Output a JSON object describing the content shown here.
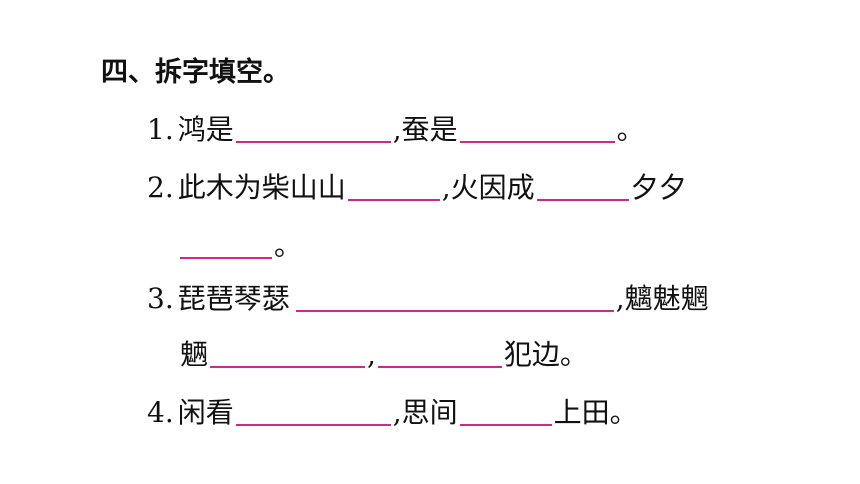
{
  "heading": "四、拆字填空。",
  "colors": {
    "blank_line": "#d0278a",
    "text": "#111111"
  },
  "q1": {
    "num": "1.",
    "a": "鸿是",
    "b": ",蚕是",
    "c": "。"
  },
  "q2": {
    "num": "2.",
    "a": "此木为柴山山",
    "b": ",火因成",
    "c": "夕夕",
    "d": "。"
  },
  "q3": {
    "num": "3.",
    "a": "琵琶琴瑟",
    "b": ",魑魅魍",
    "c": "魉",
    "d": ",",
    "e": "犯边。"
  },
  "q4": {
    "num": "4.",
    "a": "闲看",
    "b": ",思间",
    "c": "上田。"
  }
}
